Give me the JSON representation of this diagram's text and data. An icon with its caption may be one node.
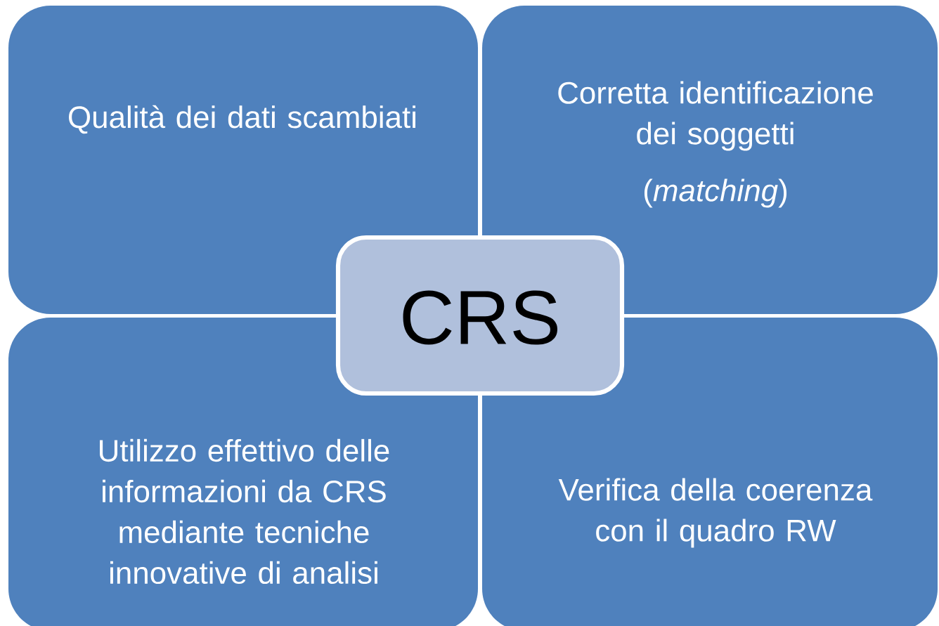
{
  "diagram": {
    "nodes": [
      {
        "text": [
          "Qualità dei dati scambiati"
        ]
      },
      {
        "text": [
          "Corretta identificazione dei soggetti",
          "(*matching*)"
        ]
      },
      {
        "text": [
          "CRS"
        ]
      },
      {
        "text": [
          "Utilizzo effettivo delle informazioni da CRS mediante tecniche innovative di analisi"
        ]
      },
      {
        "text": [
          "Verifica della coerenza con il quadro RW"
        ]
      }
    ]
  }
}
